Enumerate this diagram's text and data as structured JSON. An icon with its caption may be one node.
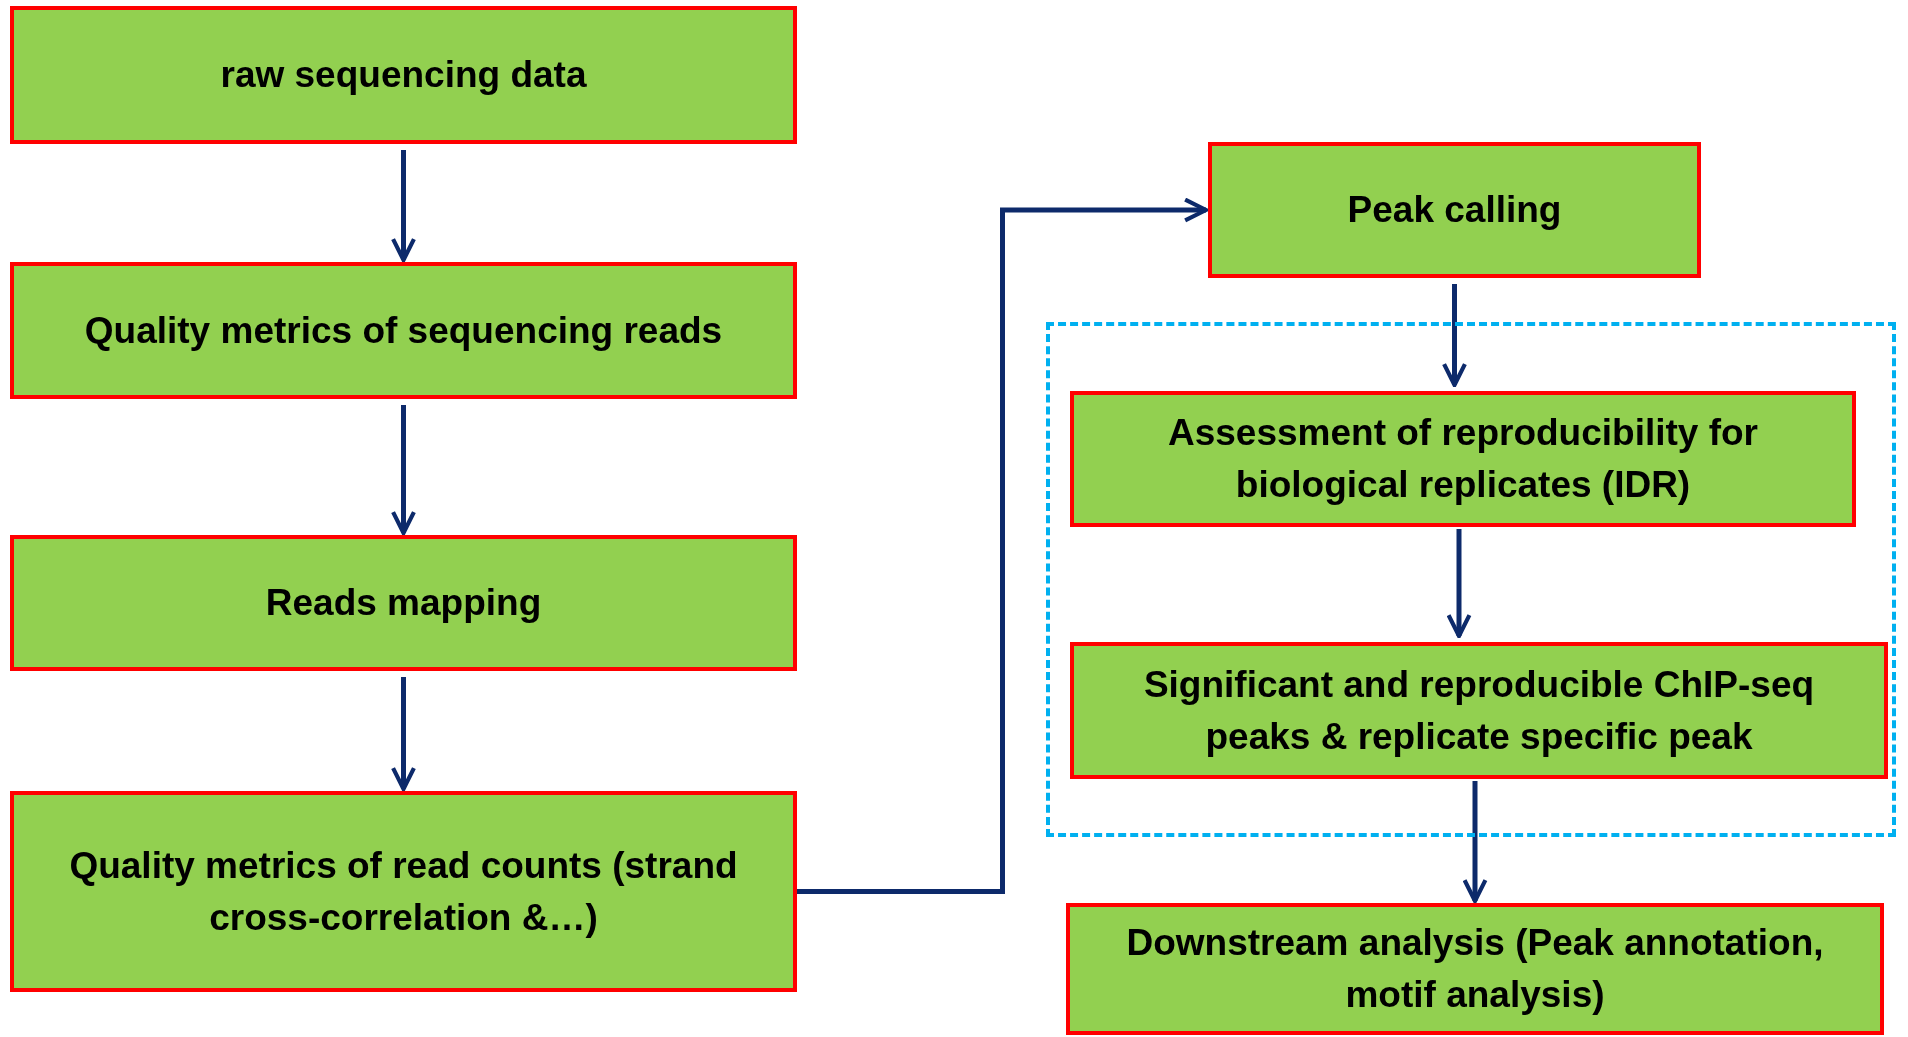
{
  "diagram": {
    "nodes": [
      {
        "text": [
          "raw sequencing data"
        ]
      },
      {
        "text": [
          "Quality metrics of sequencing reads"
        ]
      },
      {
        "text": [
          "Reads mapping"
        ]
      },
      {
        "text": [
          "Quality metrics of read counts (strand cross-correlation &…)"
        ]
      },
      {
        "text": [
          "Peak calling"
        ]
      },
      {
        "text": [],
        "shape": "box"
      },
      {
        "text": [
          "Assessment of reproducibility for biological replicates (IDR)"
        ],
        "in": 5
      },
      {
        "text": [
          "Significant and reproducible ChIP-seq peaks & replicate specific peak"
        ],
        "in": 5
      },
      {
        "text": [
          "Downstream analysis (Peak annotation, motif analysis)"
        ]
      }
    ],
    "edges": [
      {
        "from": 0,
        "to": 1,
        "arrow": "to"
      },
      {
        "from": 1,
        "to": 2,
        "arrow": "to"
      },
      {
        "from": 2,
        "to": 3,
        "arrow": "to"
      },
      {
        "from": 3,
        "to": 4,
        "arrow": "to"
      },
      {
        "from": 4,
        "to": 6,
        "arrow": "to"
      },
      {
        "from": 6,
        "to": 7,
        "arrow": "to"
      },
      {
        "from": 7,
        "to": 8,
        "arrow": "to"
      }
    ]
  }
}
